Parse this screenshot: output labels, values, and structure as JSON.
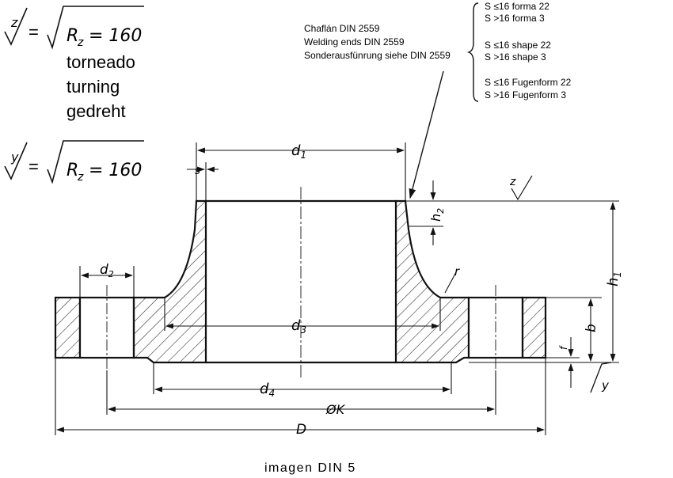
{
  "roughness": {
    "z": {
      "symbol": "z",
      "eq": "=",
      "value": "R",
      "sub": "z",
      "num": "= 160"
    },
    "y": {
      "symbol": "y",
      "eq": "=",
      "value": "R",
      "sub": "z",
      "num": "= 160"
    },
    "finish_words": [
      "torneado",
      "turning",
      "gedreht"
    ]
  },
  "weld_notes": [
    "Chaflán DIN 2559",
    "Welding ends DIN 2559",
    "Sonderausfünrung siehe DIN 2559"
  ],
  "shape_notes": {
    "group1": [
      "S ≤16 forma 22",
      "S >16 forma 3"
    ],
    "group2": [
      "S ≤16 shape 22",
      "S >16 shape 3"
    ],
    "group3": [
      "S ≤16 Fugenform 22",
      "S >16  Fugenform 3"
    ]
  },
  "dims": {
    "d1": {
      "main": "d",
      "sub": "1"
    },
    "d2": {
      "main": "d",
      "sub": "2"
    },
    "d3": {
      "main": "d",
      "sub": "3"
    },
    "d4": {
      "main": "d",
      "sub": "4"
    },
    "h1": {
      "main": "h",
      "sub": "1"
    },
    "h2": {
      "main": "h",
      "sub": "2"
    },
    "s": "s",
    "b": "b",
    "f": "f",
    "r": "r",
    "K": "ØK",
    "D": "D",
    "z": "z",
    "y": "y"
  },
  "caption": "imagen DIN 5"
}
